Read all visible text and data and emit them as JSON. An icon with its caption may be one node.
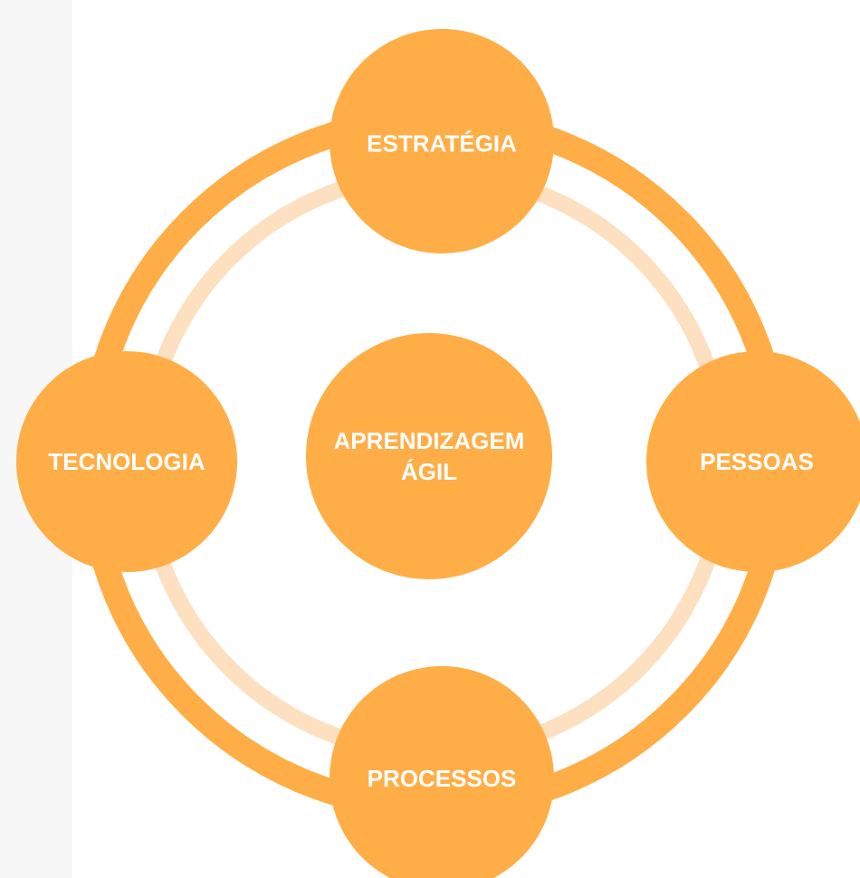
{
  "diagram": {
    "nodes": [
      {
        "text": [
          "ESTRATÉGIA"
        ]
      },
      {
        "text": [
          "TECNOLOGIA"
        ]
      },
      {
        "text": [
          "APRENDIZAGEM ÁGIL"
        ]
      },
      {
        "text": [
          "PESSOAS"
        ]
      },
      {
        "text": [
          "PROCESSOS"
        ]
      }
    ]
  }
}
